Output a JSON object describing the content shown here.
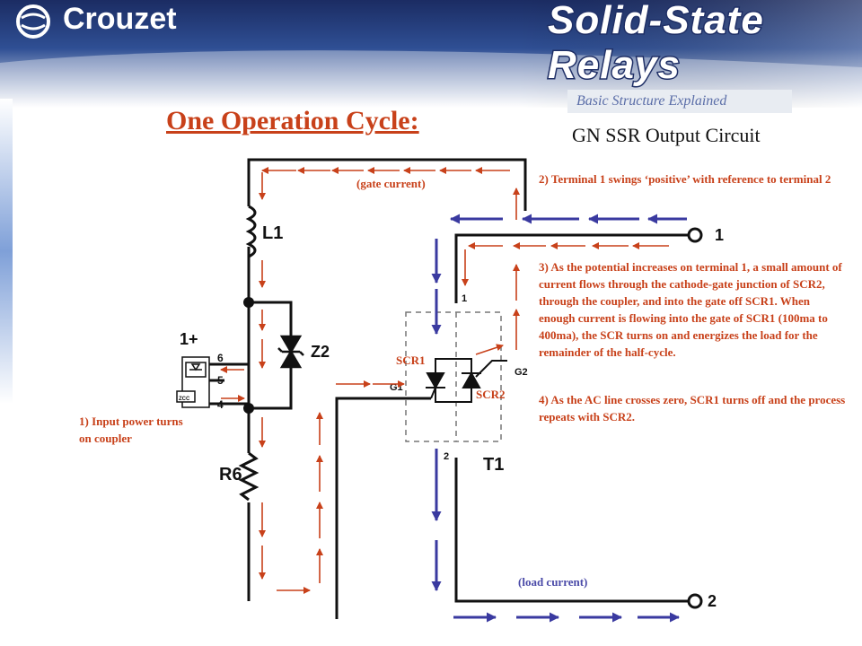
{
  "header": {
    "logo_text": "Crouzet",
    "product_title": "Solid-State Relays",
    "subtitle": "Basic Structure Explained"
  },
  "main": {
    "heading": "One Operation Cycle:",
    "circuit_title": "GN SSR Output Circuit"
  },
  "diagram": {
    "labels": {
      "gate_current": "(gate current)",
      "load_current": "(load current)",
      "scr1": "SCR1",
      "scr2": "SCR2"
    },
    "components": {
      "l1": "L1",
      "z2": "Z2",
      "r6": "R6",
      "t1": "T1",
      "g1": "G1",
      "g2": "G2",
      "pin_t1_1": "1",
      "pin_t1_2": "2",
      "coupler_plus": "1+",
      "pin6": "6",
      "pin5": "5",
      "pin4": "4",
      "zcc": "ZCC"
    },
    "terminals": {
      "t1": "1",
      "t2": "2"
    },
    "notes": {
      "step1": "1) Input power turns on coupler",
      "step2": "2) Terminal 1 swings ‘positive’ with reference to terminal 2",
      "step3": "3) As the potential increases on terminal 1, a small amount of current flows through the cathode-gate junction of SCR2, through the coupler, and into the gate off SCR1. When enough current is flowing into the gate of SCR1 (100ma to 400ma), the SCR turns on and energizes the load for the remainder of the half-cycle.",
      "step4": "4) As the AC line crosses zero, SCR1 turns off and the process repeats with SCR2."
    }
  },
  "colors": {
    "header_dark": "#1f2f66",
    "header_light": "#5a84c8",
    "accent_red": "#c8411a",
    "arrow_blue": "#3a3aa0",
    "wire": "#111111"
  },
  "icons": [
    "crouzet-logo-icon",
    "terminal-circle-icon",
    "inductor-icon",
    "zener-diode-icon",
    "resistor-icon",
    "scr-icon",
    "optocoupler-icon"
  ]
}
